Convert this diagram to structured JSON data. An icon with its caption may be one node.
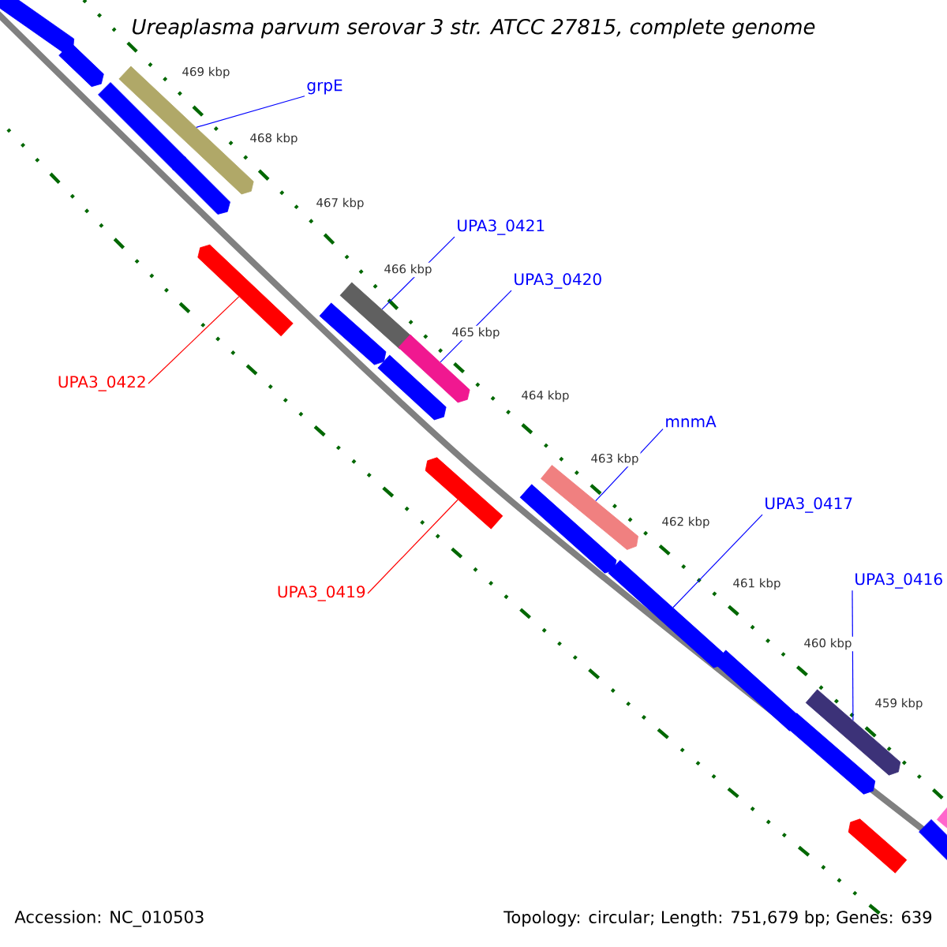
{
  "diagram": {
    "title": "*Ureaplasma parvum* serovar 3 str. ATCC 27815, complete genome",
    "nodes": [
      {
        "text": [
          "grpE"
        ]
      },
      {
        "text": [],
        "shape": "arrow"
      },
      {
        "text": [
          "UPA3_0421"
        ]
      },
      {
        "text": [],
        "shape": "arrow"
      },
      {
        "text": [
          "UPA3_0420"
        ]
      },
      {
        "text": [],
        "shape": "arrow"
      },
      {
        "text": [
          "UPA3_0422"
        ]
      },
      {
        "text": [],
        "shape": "arrow"
      },
      {
        "text": [
          "UPA3_0419"
        ]
      },
      {
        "text": [],
        "shape": "arrow"
      },
      {
        "text": [
          "mnmA"
        ]
      },
      {
        "text": [],
        "shape": "arrow"
      },
      {
        "text": [
          "UPA3_0417"
        ]
      },
      {
        "text": [],
        "shape": "arrow"
      },
      {
        "text": [
          "UPA3_0416"
        ]
      },
      {
        "text": [],
        "shape": "arrow"
      },
      {
        "text": [],
        "shape": "arrow"
      },
      {
        "text": [],
        "shape": "arrow"
      },
      {
        "text": [],
        "shape": "arrow"
      },
      {
        "text": [],
        "shape": "arrow"
      },
      {
        "text": [],
        "shape": "arrow"
      },
      {
        "text": [],
        "shape": "arrow"
      },
      {
        "text": [],
        "shape": "arrow"
      },
      {
        "text": [],
        "shape": "arrow"
      },
      {
        "text": [],
        "shape": "arrow"
      },
      {
        "text": [],
        "shape": "arrow"
      },
      {
        "text": [],
        "shape": "arrow"
      },
      {
        "text": [],
        "shape": "arrow"
      }
    ],
    "edges": [
      {
        "from": 0,
        "to": 1,
        "arrow": "none"
      },
      {
        "from": 2,
        "to": 3,
        "arrow": "none"
      },
      {
        "from": 4,
        "to": 5,
        "arrow": "none"
      },
      {
        "from": 6,
        "to": 7,
        "arrow": "none",
        "color": "#ff0000"
      },
      {
        "from": 8,
        "to": 9,
        "arrow": "none",
        "color": "#ff0000"
      },
      {
        "from": 10,
        "to": 11,
        "arrow": "none"
      },
      {
        "from": 12,
        "to": 13,
        "arrow": "none"
      },
      {
        "from": 14,
        "to": 15,
        "arrow": "none"
      }
    ],
    "labels": [
      "469 kbp",
      "468 kbp",
      "467 kbp",
      "466 kbp",
      "465 kbp",
      "464 kbp",
      "463 kbp",
      "462 kbp",
      "461 kbp",
      "460 kbp",
      "459 kbp",
      "Accession: NC_010503",
      "Topology: circular; Length: 751,679 bp; Genes: 639"
    ]
  }
}
